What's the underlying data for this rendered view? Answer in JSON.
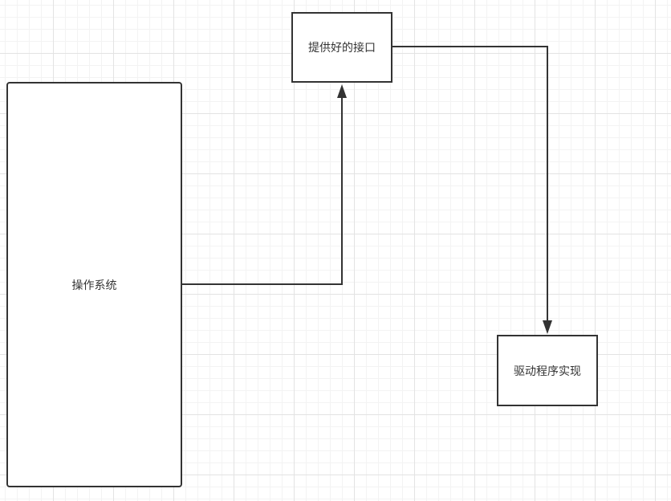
{
  "diagram": {
    "nodes": {
      "operating_system": "操作系统",
      "provided_interface": "提供好的接口",
      "driver_implementation": "驱动程序实现"
    },
    "edges": [
      {
        "from": "operating_system",
        "to": "provided_interface"
      },
      {
        "from": "provided_interface",
        "to": "driver_implementation"
      }
    ],
    "colors": {
      "stroke": "#333333",
      "fill": "#ffffff",
      "grid": "#e3e3e3"
    }
  }
}
